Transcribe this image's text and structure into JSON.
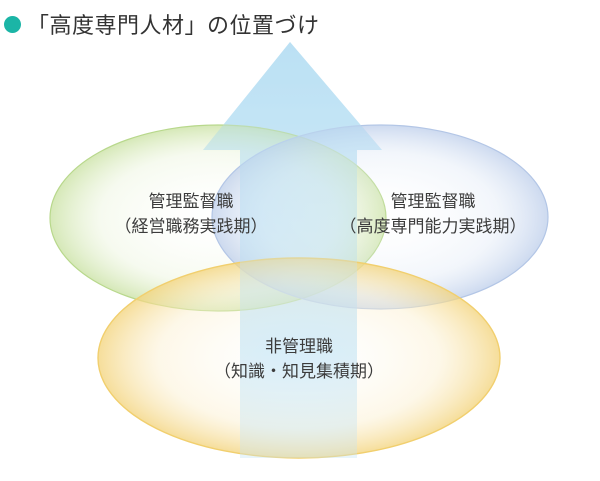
{
  "heading": {
    "title": "「高度専門人材」の位置づけ",
    "bullet_color": "#1bb5a6"
  },
  "circles": [
    {
      "id": "mgmt-general",
      "line1": "管理監督職",
      "line2": "（経営職務実践期）",
      "color": "#8cc152"
    },
    {
      "id": "mgmt-specialist",
      "line1": "管理監督職",
      "line2": "（高度専門能力実践期）",
      "color": "#8aa8d8"
    },
    {
      "id": "non-mgmt",
      "line1": "非管理職",
      "line2": "（知識・知見集積期）",
      "color": "#f0c245"
    }
  ],
  "arrow_color": "#a8d8f0"
}
